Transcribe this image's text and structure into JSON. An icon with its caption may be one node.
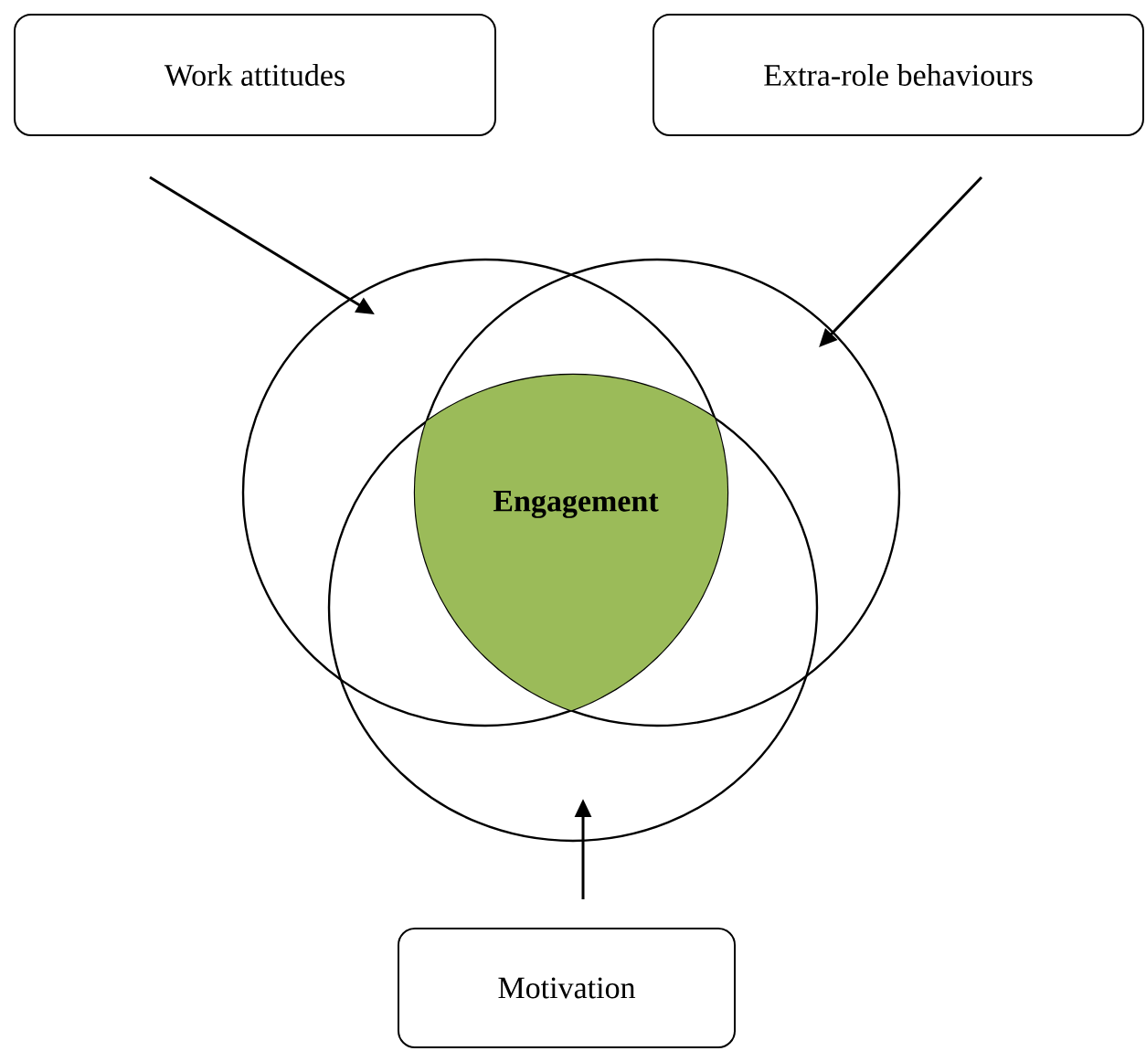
{
  "diagram": {
    "nodes": [
      {
        "text": [
          "Work attitudes"
        ]
      },
      {
        "text": [
          "Extra-role behaviours"
        ]
      },
      {
        "text": [],
        "shape": "circle"
      },
      {
        "text": [],
        "shape": "circle"
      },
      {
        "text": [],
        "shape": "circle"
      },
      {
        "text": [
          "Engagement"
        ]
      },
      {
        "text": [
          "Motivation"
        ]
      }
    ],
    "edges": [
      {
        "from": 0,
        "to": 2,
        "arrow": "to"
      },
      {
        "from": 1,
        "to": 3,
        "arrow": "to"
      },
      {
        "from": 6,
        "to": 4,
        "arrow": "to"
      }
    ]
  }
}
